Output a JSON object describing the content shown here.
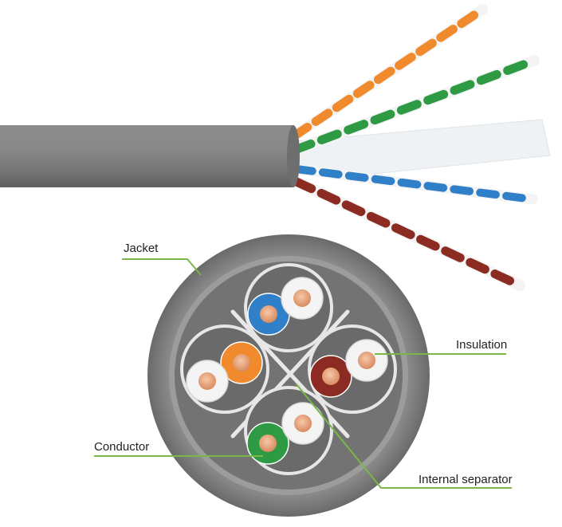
{
  "labels": {
    "jacket": "Jacket",
    "insulation": "Insulation",
    "conductor": "Conductor",
    "internal_separator": "Internal separator"
  },
  "colors": {
    "jacket": "#7d7d7d",
    "jacket_light": "#9a9a9a",
    "jacket_inner": "#6f6f6f",
    "callout_line": "#7ab648",
    "orange": "#f08a2c",
    "green": "#2e9a44",
    "blue": "#2f7fc9",
    "brown": "#8b2b22",
    "white": "#f4f4f4",
    "copper": "#e8a07c",
    "separator": "#e6e6e6"
  },
  "pairs": [
    {
      "name": "blue-pair",
      "color": "blue"
    },
    {
      "name": "orange-pair",
      "color": "orange"
    },
    {
      "name": "brown-pair",
      "color": "brown"
    },
    {
      "name": "green-pair",
      "color": "green"
    }
  ]
}
